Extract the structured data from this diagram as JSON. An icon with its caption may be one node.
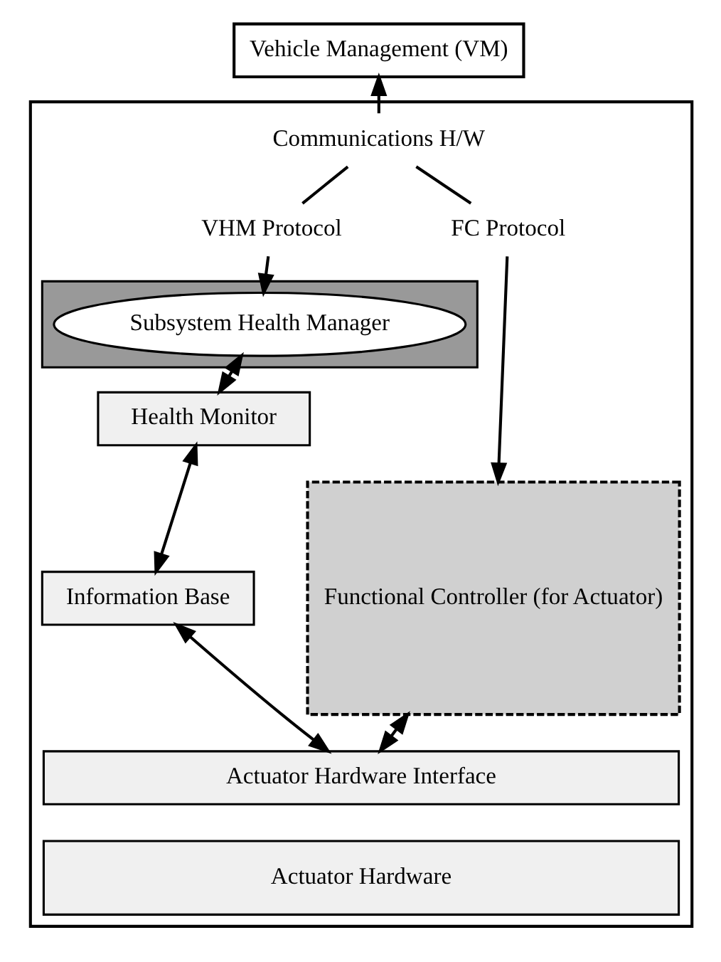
{
  "diagram": {
    "nodes": [
      {
        "text": [
          "Vehicle Management (VM)"
        ]
      },
      {
        "text": [],
        "shape": "box"
      },
      {
        "text": [
          "Communications H/W"
        ],
        "in": 1
      },
      {
        "text": [
          "VHM Protocol"
        ],
        "in": 1
      },
      {
        "text": [
          "FC Protocol"
        ],
        "in": 1
      },
      {
        "text": [],
        "shape": "box",
        "in": 1
      },
      {
        "text": [
          "Subsystem Health Manager"
        ],
        "in": 5
      },
      {
        "text": [
          "Functional Controller (for Actuator)"
        ],
        "in": 1
      },
      {
        "text": [
          "Health Monitor"
        ],
        "in": 1
      },
      {
        "text": [
          "Information Base"
        ],
        "in": 1
      },
      {
        "text": [
          "Actuator Hardware Interface"
        ],
        "in": 1
      },
      {
        "text": [
          "Actuator Hardware"
        ],
        "in": 1
      }
    ],
    "edges": [
      {
        "from": 2,
        "to": 0,
        "arrow": "to"
      },
      {
        "from": 2,
        "to": 3,
        "arrow": "none"
      },
      {
        "from": 2,
        "to": 4,
        "arrow": "none"
      },
      {
        "from": 3,
        "to": 6,
        "arrow": "to"
      },
      {
        "from": 4,
        "to": 7,
        "arrow": "to"
      },
      {
        "from": 6,
        "to": 8,
        "arrow": "both"
      },
      {
        "from": 8,
        "to": 9,
        "arrow": "both"
      },
      {
        "from": 9,
        "to": 10,
        "arrow": "both"
      },
      {
        "from": 7,
        "to": 10,
        "arrow": "both"
      }
    ]
  }
}
